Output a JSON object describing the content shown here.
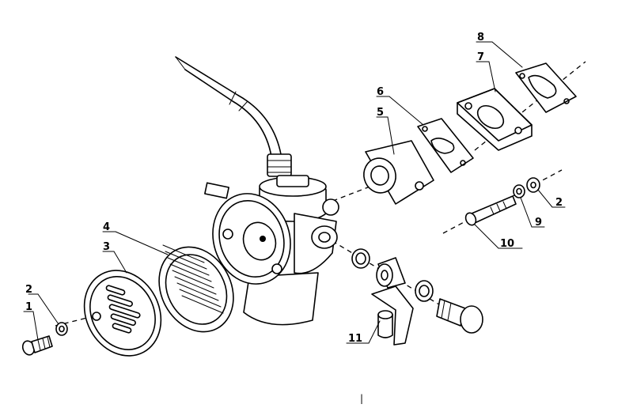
{
  "callouts": {
    "c1": "1",
    "c2a": "2",
    "c2b": "2",
    "c3": "3",
    "c4": "4",
    "c5": "5",
    "c6": "6",
    "c7": "7",
    "c8": "8",
    "c9": "9",
    "c10": "10",
    "c11": "11"
  },
  "footer_mark": "|"
}
